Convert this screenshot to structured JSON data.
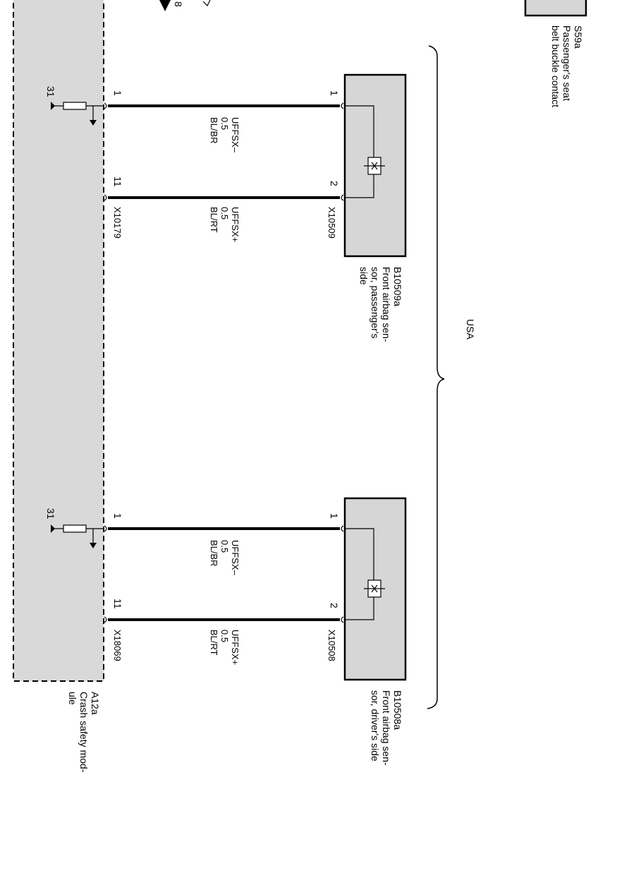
{
  "module": {
    "id": "A12a",
    "name_line1": "Crash safety mod-",
    "name_line2": "ule"
  },
  "top_switch": {
    "id": "S59a",
    "name_line1": "Passenger's seat",
    "name_line2": "belt buckle contact",
    "partial_number": "8"
  },
  "region_label": "USA",
  "circuits": [
    {
      "ground_label": "31",
      "module_connector": "X10179",
      "module_pin_a": "1",
      "module_pin_b": "11",
      "sensor_connector": "X10509",
      "sensor_pin_a": "1",
      "sensor_pin_b": "2",
      "wire_a": {
        "signal": "UFFSX–",
        "size": "0.5",
        "color": "BL/BR"
      },
      "wire_b": {
        "signal": "UFFSX+",
        "size": "0.5",
        "color": "BL/RT"
      },
      "sensor": {
        "id": "B10509a",
        "line1": "Front airbag sen-",
        "line2": "sor, passenger's",
        "line3": "side"
      }
    },
    {
      "ground_label": "31",
      "module_connector": "X18069",
      "module_pin_a": "1",
      "module_pin_b": "11",
      "sensor_connector": "X10508",
      "sensor_pin_a": "1",
      "sensor_pin_b": "2",
      "wire_a": {
        "signal": "UFFSX–",
        "size": "0.5",
        "color": "BL/BR"
      },
      "wire_b": {
        "signal": "UFFSX+",
        "size": "0.5",
        "color": "BL/RT"
      },
      "sensor": {
        "id": "B10508a",
        "line1": "Front airbag sen-",
        "line2": "sor, driver's side",
        "line3": ""
      }
    }
  ]
}
